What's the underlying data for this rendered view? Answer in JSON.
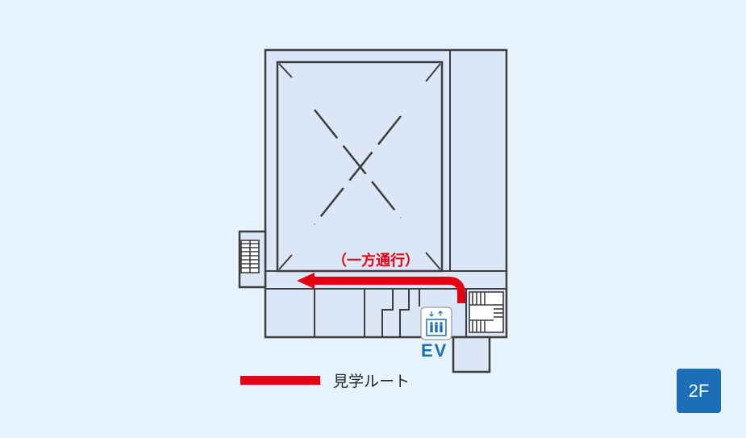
{
  "route_direction_label": "（一方通行）",
  "elevator_label": "EV",
  "legend": {
    "label": "見学ルート",
    "color": "#e50012"
  },
  "floor_badge": "2F",
  "icons": {
    "elevator": "elevator-icon",
    "stairs": "stairs-icon"
  },
  "colors": {
    "background": "#e6f2fc",
    "floor": "#dbe7f6",
    "walls": "#3d3d3d",
    "accent": "#1a6fb7"
  }
}
